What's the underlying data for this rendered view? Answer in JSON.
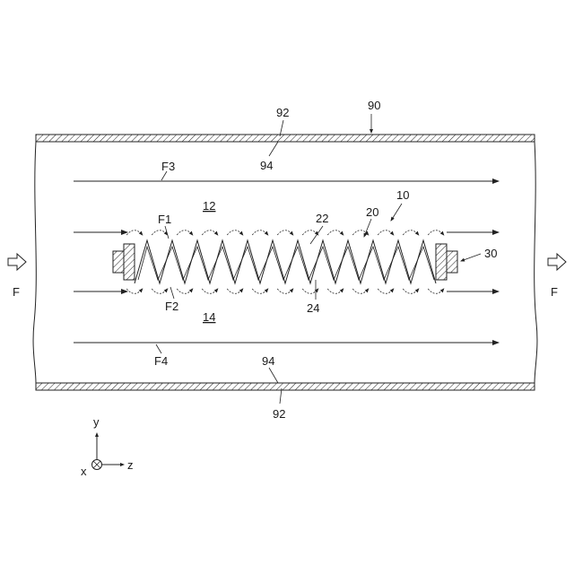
{
  "labels": {
    "pipe": "90",
    "wall_top": "92",
    "wall_bottom": "92",
    "surface_top": "94",
    "surface_bottom": "94",
    "device": "10",
    "region_upper": "12",
    "region_lower": "14",
    "element": "20",
    "upper_fin": "22",
    "lower_fin": "24",
    "holder": "30",
    "flow_in": "F",
    "flow_out": "F",
    "flow_1": "F1",
    "flow_2": "F2",
    "flow_3": "F3",
    "flow_4": "F4"
  },
  "axes": {
    "y": "y",
    "x": "x",
    "z": "z"
  }
}
